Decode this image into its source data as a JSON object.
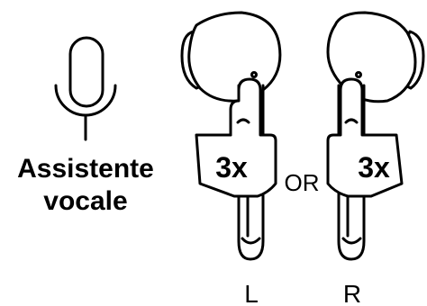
{
  "assistant": {
    "line1": "Assistente",
    "line2": "vocale",
    "icon": "microphone-icon"
  },
  "left_earbud": {
    "tap_count": "3x",
    "side_label": "L"
  },
  "connector": "OR",
  "right_earbud": {
    "tap_count": "3x",
    "side_label": "R"
  },
  "colors": {
    "stroke": "#000000",
    "background": "#ffffff"
  }
}
